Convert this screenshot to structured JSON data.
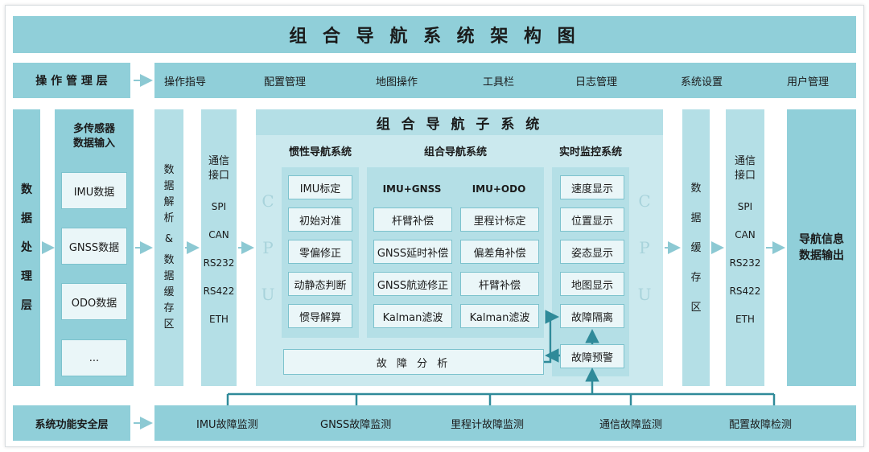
{
  "title": "组 合 导 航 系 统 架 构 图",
  "ops": {
    "layer": "操 作 管 理 层",
    "items": [
      "操作指导",
      "配置管理",
      "地图操作",
      "工具栏",
      "日志管理",
      "系统设置",
      "用户管理"
    ]
  },
  "data_layer": [
    "数",
    "据",
    "处",
    "理",
    "层"
  ],
  "sensors": {
    "title_line1": "多传感器",
    "title_line2": "数据输入",
    "items": [
      "IMU数据",
      "GNSS数据",
      "ODO数据",
      "..."
    ]
  },
  "parse": [
    "数",
    "据",
    "解",
    "析",
    "&",
    "数",
    "据",
    "缓",
    "存",
    "区"
  ],
  "comm_left": [
    "通信",
    "接口",
    "SPI",
    "CAN",
    "RS232",
    "RS422",
    "ETH"
  ],
  "subsystem": {
    "title": "组 合 导 航 子 系 统",
    "cpu": [
      "C",
      "P",
      "U"
    ],
    "ins": {
      "title": "惯性导航系统",
      "items": [
        "IMU标定",
        "初始对准",
        "零偏修正",
        "动静态判断",
        "惯导解算"
      ]
    },
    "integrated": {
      "title": "组合导航系统",
      "col1_head": "IMU+GNSS",
      "col2_head": "IMU+ODO",
      "col1": [
        "杆臂补偿",
        "GNSS延时补偿",
        "GNSS航迹修正",
        "Kalman滤波"
      ],
      "col2": [
        "里程计标定",
        "偏差角补偿",
        "杆臂补偿",
        "Kalman滤波"
      ]
    },
    "monitor": {
      "title": "实时监控系统",
      "items": [
        "速度显示",
        "位置显示",
        "姿态显示",
        "地图显示",
        "故障隔离",
        "故障预警"
      ]
    },
    "fault_analysis": "故 障 分 析"
  },
  "buffer_right": [
    "数",
    "据",
    "缓",
    "存",
    "区"
  ],
  "comm_right": [
    "通信",
    "接口",
    "SPI",
    "CAN",
    "RS232",
    "RS422",
    "ETH"
  ],
  "output": {
    "line1": "导航信息",
    "line2": "数据输出"
  },
  "safety": {
    "layer": "系统功能安全层",
    "items": [
      "IMU故障监测",
      "GNSS故障监测",
      "里程计故障监测",
      "通信故障监测",
      "配置故障检测"
    ]
  },
  "colors": {
    "dark_line": "#2f8a99",
    "mid": "#90cfd9",
    "light": "#b4dfe6",
    "arrow": "#8cc9d3"
  }
}
